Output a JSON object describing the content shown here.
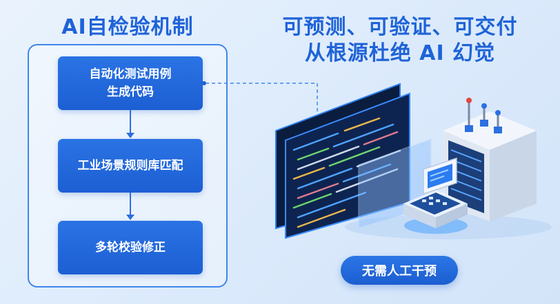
{
  "left": {
    "title": "AI自检验机制",
    "steps": [
      {
        "line1": "自动化测试用例",
        "line2": "生成代码"
      },
      {
        "line1": "工业场景规则库匹配",
        "line2": ""
      },
      {
        "line1": "多轮校验修正",
        "line2": ""
      }
    ]
  },
  "right": {
    "title_line1": "可预测、可验证、可交付",
    "title_line2": "从根源杜绝 AI 幻觉",
    "badge": "无需人工干预"
  },
  "colors": {
    "primary": "#1f63d8",
    "step_fill": "#2266dc",
    "background": "#dbeafb"
  },
  "icons": [
    "code-screen-icon",
    "server-rack-icon",
    "control-terminal-icon"
  ]
}
